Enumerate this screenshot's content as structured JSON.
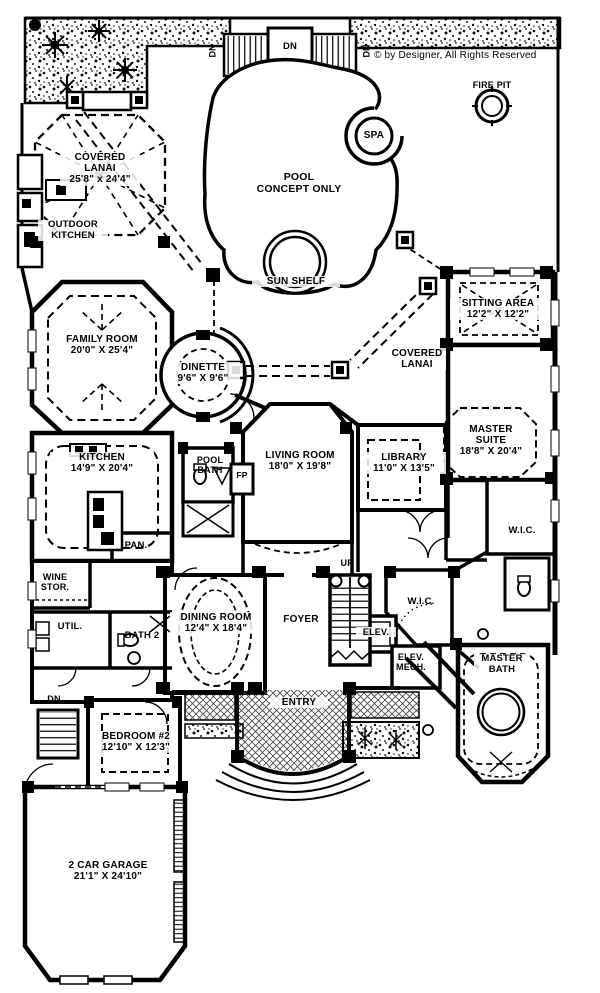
{
  "meta": {
    "copyright": "© by Designer, All Rights Reserved"
  },
  "colors": {
    "ink": "#000000",
    "paper": "#ffffff"
  },
  "labels": {
    "dn": "DN",
    "up": "UP",
    "fp": "FP"
  },
  "outdoor": {
    "fire_pit": {
      "name": "FIRE PIT"
    },
    "spa": {
      "name": "SPA"
    },
    "pool": {
      "name": "POOL",
      "note": "CONCEPT ONLY"
    },
    "sun_shelf": {
      "name": "SUN SHELF"
    },
    "covered_lanai_left": {
      "name": "COVERED LANAI",
      "dims": "25'8\" x 24'4\""
    },
    "covered_lanai_right": {
      "name": "COVERED LANAI"
    },
    "outdoor_kitchen": {
      "name": "OUTDOOR KITCHEN"
    }
  },
  "rooms": {
    "family_room": {
      "name": "FAMILY ROOM",
      "dims": "20'0\" X 25'4\""
    },
    "dinette": {
      "name": "DINETTE",
      "dims": "9'6\" X 9'6\""
    },
    "sitting_area": {
      "name": "SITTING AREA",
      "dims": "12'2\" X 12'2\""
    },
    "master_suite": {
      "name": "MASTER SUITE",
      "dims": "18'8\" X 20'4\""
    },
    "kitchen": {
      "name": "KITCHEN",
      "dims": "14'9\" X 20'4\""
    },
    "pool_bath": {
      "name": "POOL BATH"
    },
    "living_room": {
      "name": "LIVING ROOM",
      "dims": "18'0\" X 19'8\""
    },
    "library": {
      "name": "LIBRARY",
      "dims": "11'0\" X 13'5\""
    },
    "wic_master": {
      "name": "W.I.C."
    },
    "wic_hall": {
      "name": "W.I.C."
    },
    "pantry": {
      "name": "PAN."
    },
    "wine_storage": {
      "name": "WINE STOR."
    },
    "utility": {
      "name": "UTIL."
    },
    "bath_2": {
      "name": "BATH 2"
    },
    "dining_room": {
      "name": "DINING ROOM",
      "dims": "12'4\" X 18'4\""
    },
    "foyer": {
      "name": "FOYER"
    },
    "elevator": {
      "name": "ELEV."
    },
    "elevator_mech": {
      "name": "ELEV. MECH."
    },
    "master_bath": {
      "name": "MASTER BATH"
    },
    "entry": {
      "name": "ENTRY"
    },
    "bedroom_2": {
      "name": "BEDROOM #2",
      "dims": "12'10\" X 12'3\""
    },
    "garage": {
      "name": "2 CAR GARAGE",
      "dims": "21'1\" X 24'10\""
    }
  }
}
